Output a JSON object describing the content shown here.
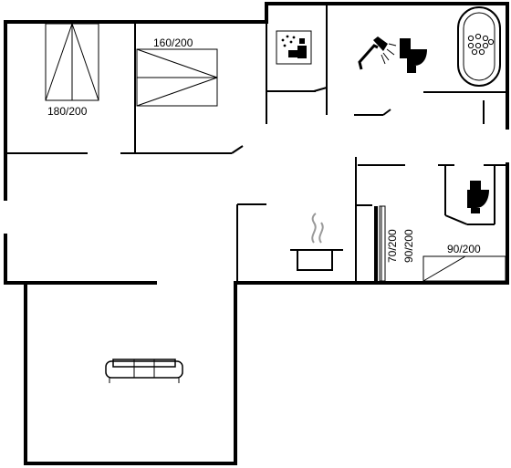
{
  "floorplan": {
    "bed_labels": {
      "double_left": "180/200",
      "double_right": "160/200",
      "single_a": "70/200",
      "single_b": "90/200",
      "single_c": "90/200"
    },
    "icons": [
      "sauna-icon",
      "shower-icon",
      "toilet-icon",
      "whirlpool-bath-icon",
      "kitchen-pot-icon",
      "sofa-icon"
    ]
  }
}
